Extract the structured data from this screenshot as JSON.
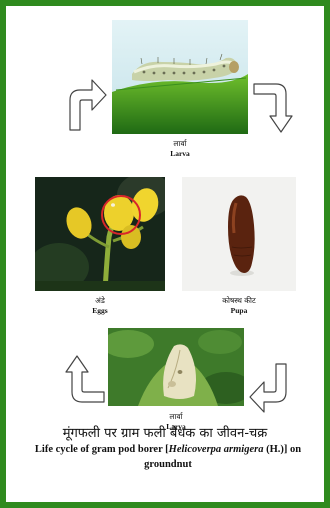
{
  "stages": {
    "larva_top": {
      "label_hi": "लार्वा",
      "label_en": "Larva"
    },
    "eggs": {
      "label_hi": "अंडे",
      "label_en": "Eggs"
    },
    "pupa": {
      "label_hi": "कोषस्थ कीट",
      "label_en": "Pupa"
    },
    "adult": {
      "label_hi": "लार्वा",
      "label_en": "Larva"
    }
  },
  "title": {
    "hindi": "मूंगफली पर ग्राम फली बेधक का जीवन-चक्र",
    "english_prefix": "Life cycle of gram pod borer [",
    "english_species": "Helicoverpa armigera",
    "english_suffix": " (H.)] on groundnut"
  },
  "colors": {
    "border": "#2f8a1e",
    "highlight_circle": "#d8262a"
  }
}
